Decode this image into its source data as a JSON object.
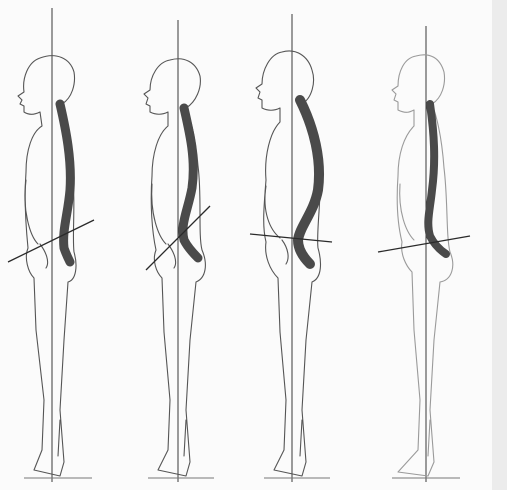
{
  "figure": {
    "panels": [
      {
        "id": "panel-1",
        "spine_color": "#4d4d4d",
        "outline": "normal"
      },
      {
        "id": "panel-2",
        "spine_color": "#4d4d4d",
        "outline": "normal"
      },
      {
        "id": "panel-3",
        "spine_color": "#3f3f3f",
        "outline": "normal"
      },
      {
        "id": "panel-4",
        "spine_color": "#5a5a5a",
        "outline": "faint"
      }
    ],
    "background": "#fbfbfb"
  }
}
